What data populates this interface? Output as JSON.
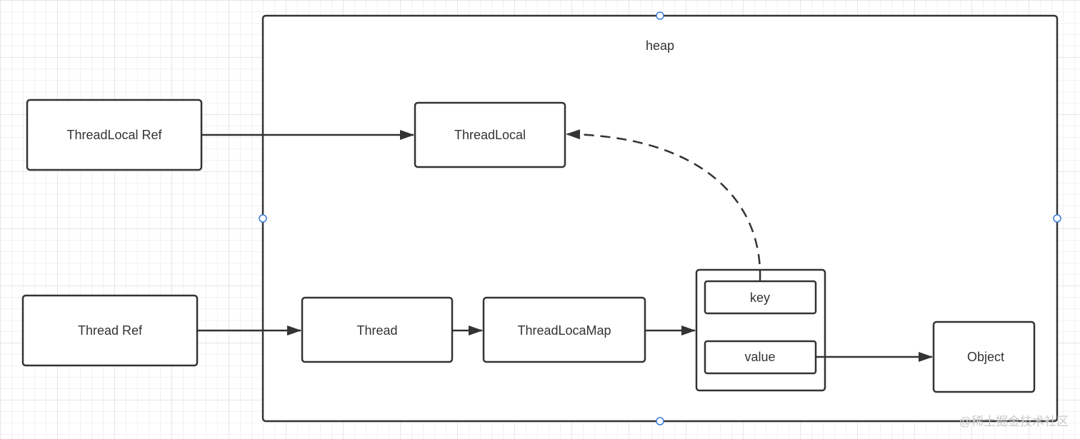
{
  "diagram": {
    "heap_label": "heap",
    "nodes": {
      "threadlocal_ref": "ThreadLocal Ref",
      "threadlocal": "ThreadLocal",
      "thread_ref": "Thread Ref",
      "thread": "Thread",
      "threadlocamap": "ThreadLocaMap",
      "key": "key",
      "value": "value",
      "object": "Object"
    }
  },
  "watermark": "@稀土掘金技术社区",
  "colors": {
    "stroke": "#333333",
    "handle": "#3a7ad8",
    "grid": "#e6e6e6"
  }
}
